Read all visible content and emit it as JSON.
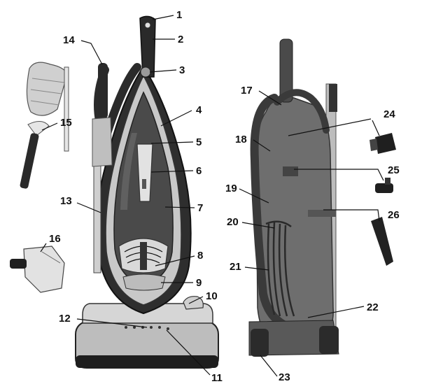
{
  "figure": {
    "callouts": [
      "1",
      "2",
      "3",
      "4",
      "5",
      "6",
      "7",
      "8",
      "9",
      "10",
      "11",
      "12",
      "13",
      "14",
      "15",
      "16",
      "17",
      "18",
      "19",
      "20",
      "21",
      "22",
      "23",
      "24",
      "25",
      "26"
    ]
  },
  "colors": {
    "outline": "#111111",
    "body_dark": "#3a3a3a",
    "body_mid": "#7a7a7a",
    "body_light": "#c9c9c9",
    "canister": "#4d4d4d",
    "rear_body": "#6e6e6e"
  },
  "icons": [
    "duster-tool-icon",
    "turbo-brush-tool-icon",
    "upholstery-tool-icon",
    "dusting-brush-tool-icon",
    "crevice-tool-icon"
  ]
}
